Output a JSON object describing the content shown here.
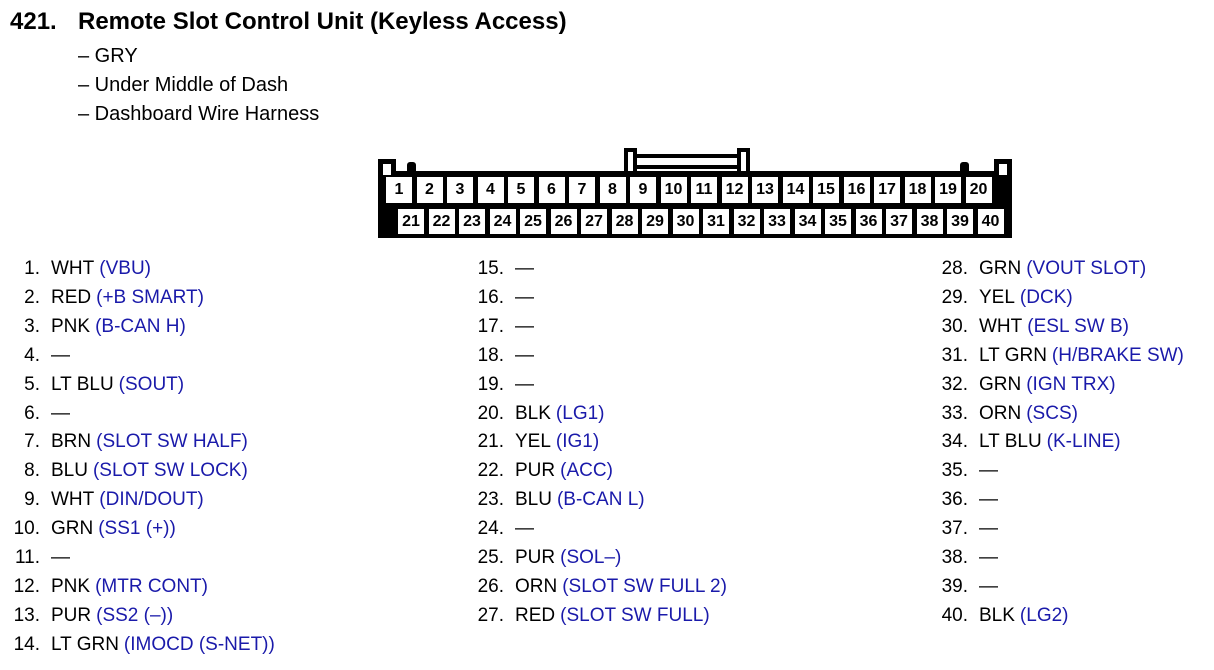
{
  "page": {
    "section_number": "421.",
    "title": "Remote Slot Control Unit (Keyless Access)",
    "details": [
      "– GRY",
      "– Under Middle of Dash",
      "– Dashboard Wire Harness"
    ]
  },
  "connector": {
    "top_row": [
      "1",
      "2",
      "3",
      "4",
      "5",
      "6",
      "7",
      "8",
      "9",
      "10",
      "11",
      "12",
      "13",
      "14",
      "15",
      "16",
      "17",
      "18",
      "19",
      "20"
    ],
    "bottom_row": [
      "21",
      "22",
      "23",
      "24",
      "25",
      "26",
      "27",
      "28",
      "29",
      "30",
      "31",
      "32",
      "33",
      "34",
      "35",
      "36",
      "37",
      "38",
      "39",
      "40"
    ]
  },
  "pin_columns": [
    {
      "rows": [
        {
          "num": "1.",
          "color": "WHT",
          "signal": "(VBU)"
        },
        {
          "num": "2.",
          "color": "RED",
          "signal": "(+B SMART)"
        },
        {
          "num": "3.",
          "color": "PNK",
          "signal": "(B-CAN H)"
        },
        {
          "num": "4.",
          "color": "—",
          "signal": ""
        },
        {
          "num": "5.",
          "color": "LT BLU",
          "signal": "(SOUT)"
        },
        {
          "num": "6.",
          "color": "—",
          "signal": ""
        },
        {
          "num": "7.",
          "color": "BRN",
          "signal": "(SLOT SW HALF)"
        },
        {
          "num": "8.",
          "color": "BLU",
          "signal": "(SLOT SW LOCK)"
        },
        {
          "num": "9.",
          "color": "WHT",
          "signal": "(DIN/DOUT)"
        },
        {
          "num": "10.",
          "color": "GRN",
          "signal": "(SS1 (+))"
        },
        {
          "num": "11.",
          "color": "—",
          "signal": ""
        },
        {
          "num": "12.",
          "color": "PNK",
          "signal": "(MTR CONT)"
        },
        {
          "num": "13.",
          "color": "PUR",
          "signal": "(SS2 (–))"
        },
        {
          "num": "14.",
          "color": "LT GRN",
          "signal": "(IMOCD (S-NET))"
        }
      ]
    },
    {
      "rows": [
        {
          "num": "15.",
          "color": "—",
          "signal": ""
        },
        {
          "num": "16.",
          "color": "—",
          "signal": ""
        },
        {
          "num": "17.",
          "color": "—",
          "signal": ""
        },
        {
          "num": "18.",
          "color": "—",
          "signal": ""
        },
        {
          "num": "19.",
          "color": "—",
          "signal": ""
        },
        {
          "num": "20.",
          "color": "BLK",
          "signal": "(LG1)"
        },
        {
          "num": "21.",
          "color": "YEL",
          "signal": "(IG1)"
        },
        {
          "num": "22.",
          "color": "PUR",
          "signal": "(ACC)"
        },
        {
          "num": "23.",
          "color": "BLU",
          "signal": "(B-CAN L)"
        },
        {
          "num": "24.",
          "color": "—",
          "signal": ""
        },
        {
          "num": "25.",
          "color": "PUR",
          "signal": "(SOL–)"
        },
        {
          "num": "26.",
          "color": "ORN",
          "signal": "(SLOT SW FULL 2)"
        },
        {
          "num": "27.",
          "color": "RED",
          "signal": "(SLOT SW FULL)"
        }
      ]
    },
    {
      "rows": [
        {
          "num": "28.",
          "color": "GRN",
          "signal": "(VOUT SLOT)"
        },
        {
          "num": "29.",
          "color": "YEL",
          "signal": "(DCK)"
        },
        {
          "num": "30.",
          "color": "WHT",
          "signal": "(ESL SW B)"
        },
        {
          "num": "31.",
          "color": "LT GRN",
          "signal": "(H/BRAKE SW)"
        },
        {
          "num": "32.",
          "color": "GRN",
          "signal": "(IGN TRX)"
        },
        {
          "num": "33.",
          "color": "ORN",
          "signal": "(SCS)"
        },
        {
          "num": "34.",
          "color": "LT BLU",
          "signal": "(K-LINE)"
        },
        {
          "num": "35.",
          "color": "—",
          "signal": ""
        },
        {
          "num": "36.",
          "color": "—",
          "signal": ""
        },
        {
          "num": "37.",
          "color": "—",
          "signal": ""
        },
        {
          "num": "38.",
          "color": "—",
          "signal": ""
        },
        {
          "num": "39.",
          "color": "—",
          "signal": ""
        },
        {
          "num": "40.",
          "color": "BLK",
          "signal": "(LG2)"
        }
      ]
    }
  ],
  "colors": {
    "signal_blue": "#1a1aaa",
    "ink": "#000000",
    "paper": "#ffffff"
  }
}
